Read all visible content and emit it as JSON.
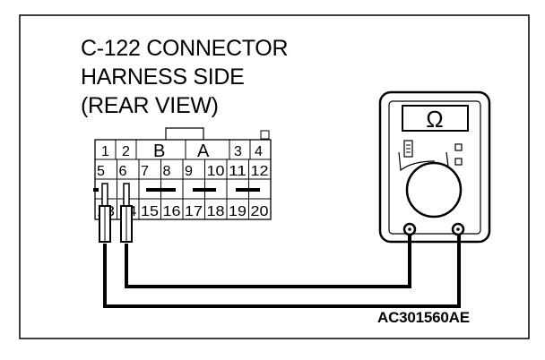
{
  "diagram": {
    "title_lines": [
      "C-122 CONNECTOR",
      "HARNESS SIDE",
      "(REAR VIEW)"
    ],
    "reference_code": "AC301560AE",
    "connector": {
      "row1": [
        {
          "key": "p1",
          "label": "1"
        },
        {
          "key": "p2",
          "label": "2"
        },
        {
          "key": "pB",
          "label": "B"
        },
        {
          "key": "pA",
          "label": "A"
        },
        {
          "key": "p3",
          "label": "3"
        },
        {
          "key": "p4",
          "label": "4"
        }
      ],
      "row2": [
        "5",
        "6",
        "7",
        "8",
        "9",
        "10",
        "11",
        "12"
      ],
      "row3": [
        "13",
        "14",
        "15",
        "16",
        "17",
        "18",
        "19",
        "20"
      ]
    },
    "meter": {
      "display_symbol": "Ω",
      "icons": [
        "probe-connection-icon",
        "ohmmeter-icon"
      ]
    }
  }
}
